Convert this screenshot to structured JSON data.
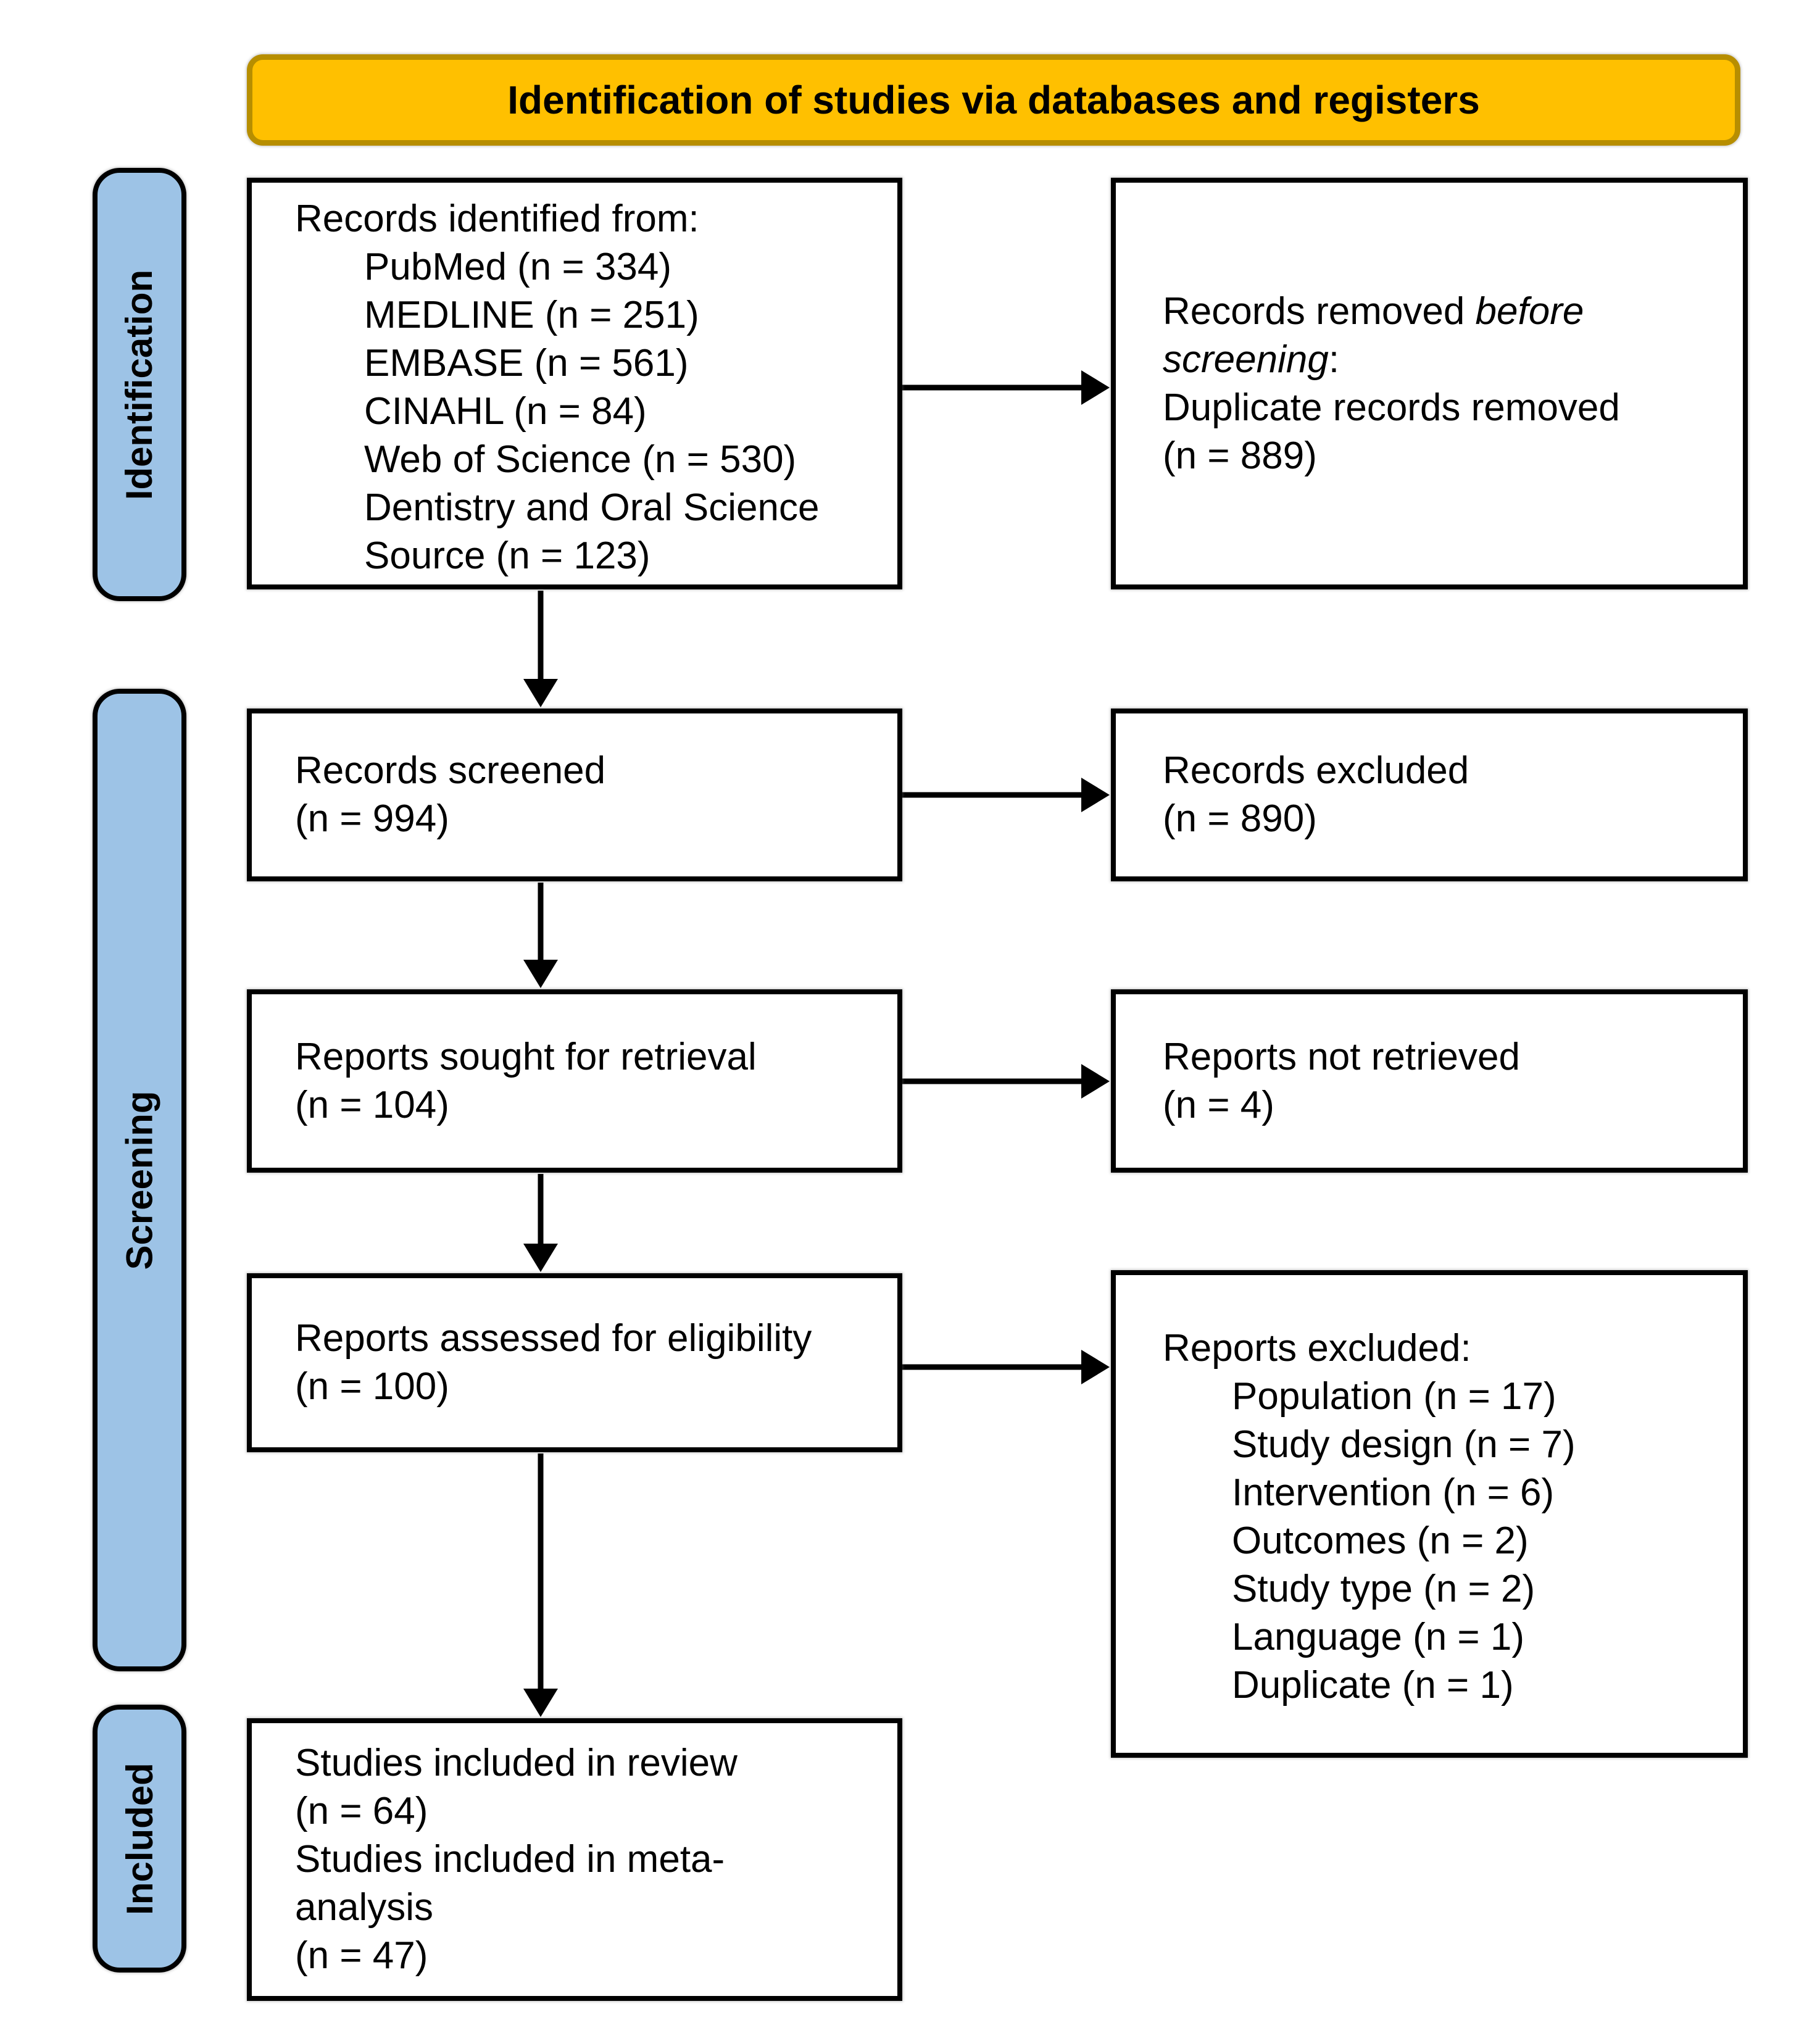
{
  "banner": {
    "title": "Identification of studies via databases and registers"
  },
  "side_labels": {
    "identification": "Identification",
    "screening": "Screening",
    "included": "Included"
  },
  "boxes": {
    "records_identified": {
      "lines": [
        "Records identified from:",
        "PubMed (n = 334)",
        "MEDLINE (n = 251)",
        "EMBASE (n = 561)",
        "CINAHL (n = 84)",
        "Web of Science (n = 530)",
        "Dentistry and Oral Science",
        "Source (n = 123)"
      ]
    },
    "records_removed": {
      "prefix": "Records removed ",
      "italic": "before screening",
      "suffix": ":",
      "lines": [
        "Duplicate records removed",
        "(n = 889)"
      ]
    },
    "records_screened": {
      "lines": [
        "Records screened",
        "(n = 994)"
      ]
    },
    "records_excluded": {
      "lines": [
        "Records excluded",
        "(n = 890)"
      ]
    },
    "reports_sought": {
      "lines": [
        "Reports sought for retrieval",
        "(n = 104)"
      ]
    },
    "reports_not_retrieved": {
      "lines": [
        "Reports not retrieved",
        "(n = 4)"
      ]
    },
    "reports_assessed": {
      "lines": [
        "Reports assessed for eligibility",
        "(n = 100)"
      ]
    },
    "reports_excluded": {
      "header": "Reports excluded:",
      "reasons": [
        "Population (n = 17)",
        "Study design (n = 7)",
        "Intervention (n = 6)",
        "Outcomes (n = 2)",
        "Study type (n = 2)",
        "Language (n = 1)",
        "Duplicate (n = 1)"
      ]
    },
    "studies_included": {
      "lines": [
        "Studies included in review",
        "(n = 64)",
        "Studies included in meta-",
        "analysis",
        "(n = 47)"
      ]
    }
  },
  "colors": {
    "banner_fill": "#FFC000",
    "banner_border": "#B78E00",
    "stage_label_fill": "#9DC3E6",
    "box_border": "#000000",
    "arrow": "#000000"
  }
}
